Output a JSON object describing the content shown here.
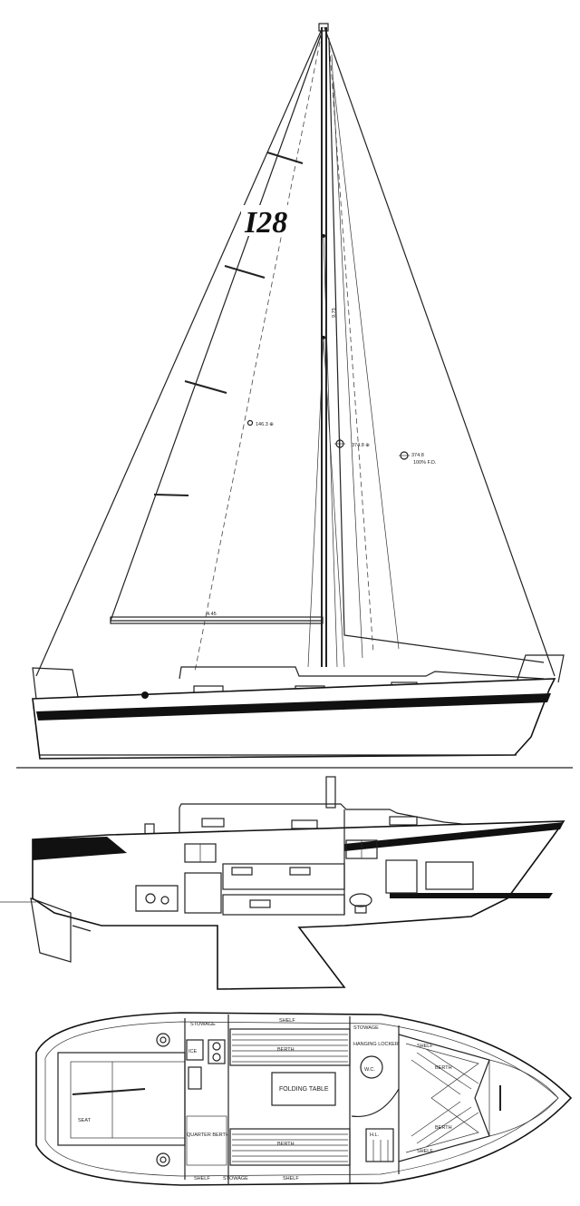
{
  "sail_plan": {
    "logo": "I 28",
    "labels": {
      "main_area": "146.3 ⊕",
      "fore_area": "374.8 ⊕",
      "total_area": "374.8",
      "total_area_sub": "100% F.D.",
      "boom_dim": "4.45",
      "mast_dim": "9.75"
    }
  },
  "accommodation": {
    "labels": {
      "stowage_top": "STOWAGE",
      "shelf_top": "SHELF",
      "berth_top": "BERTH",
      "stowage_fwd": "STOWAGE",
      "hanging_locker": "HANGING LOCKER",
      "shelf_fwd": "SHELF",
      "berth_vee_top": "BERTH",
      "berth_vee_bottom": "BERTH",
      "shelf_vee": "SHELF",
      "ice_box": "ICE",
      "folding_table": "FOLDING TABLE",
      "wc": "W.C.",
      "berth_bottom": "BERTH",
      "quarter_berth": "QUARTER BERTH",
      "shelf_bottom": "SHELF",
      "stowage_bottom": "STOWAGE",
      "shelf_bottom_right": "SHELF",
      "hanging_locker_bottom": "H.L.",
      "cockpit": "SEAT"
    }
  }
}
